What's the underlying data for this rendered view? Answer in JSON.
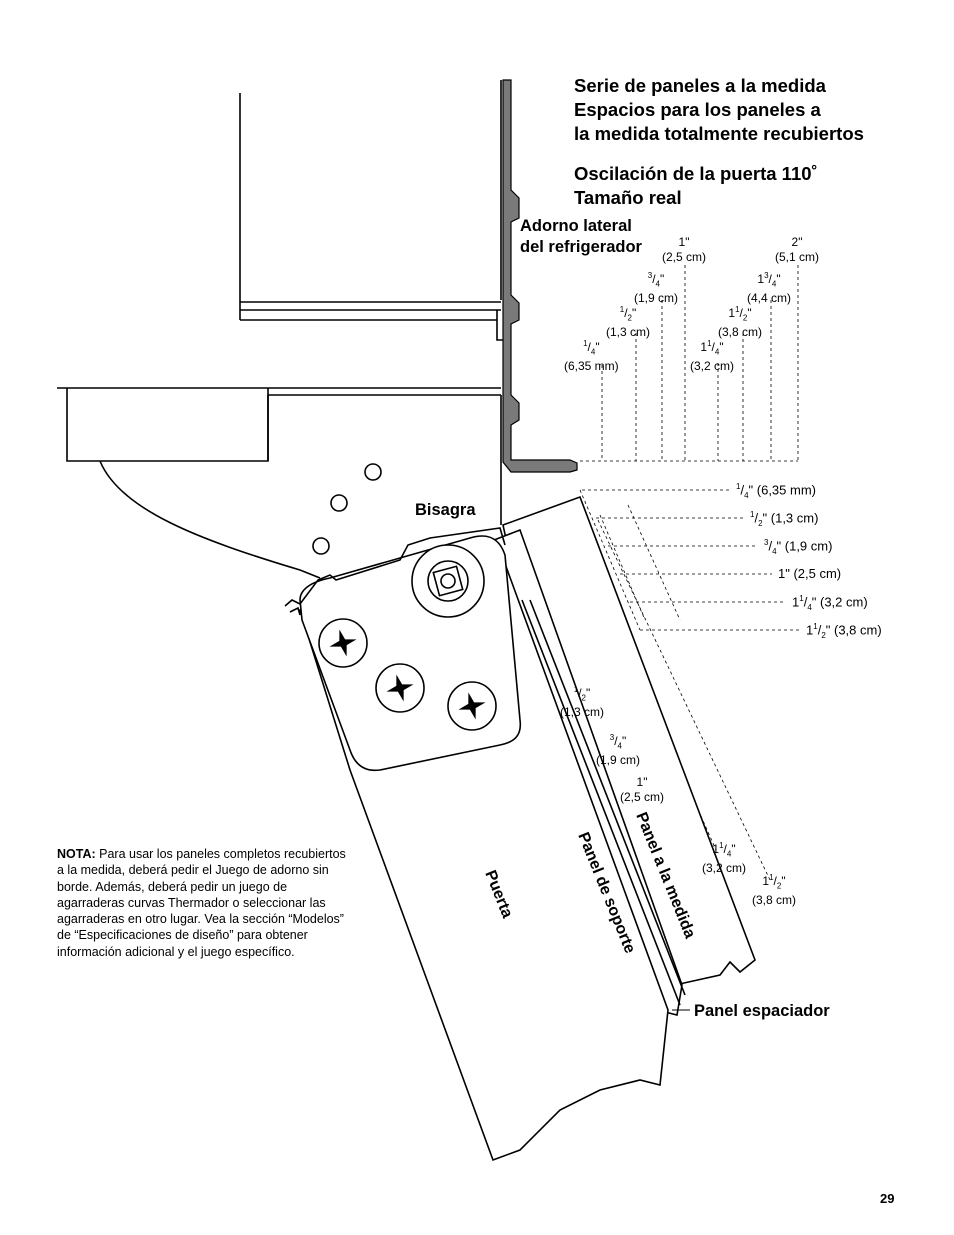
{
  "title": {
    "line1": "Serie de paneles a la medida",
    "line2": "Espacios para los paneles a",
    "line3": "la medida totalmente recubiertos",
    "line4": "Oscilación de la puerta 110˚",
    "line5": "Tamaño real"
  },
  "labels": {
    "trim_line1": "Adorno lateral",
    "trim_line2": "del refrigerador",
    "hinge": "Bisagra",
    "door": "Puerta",
    "support_panel": "Panel de soporte",
    "custom_panel": "Panel a la medida",
    "spacer_panel": "Panel espaciador"
  },
  "top_dims": [
    {
      "frac": "1\"",
      "metric": "(2,5 cm)"
    },
    {
      "frac": "3/4\"",
      "metric": "(1,9 cm)"
    },
    {
      "frac": "1/2\"",
      "metric": "(1,3 cm)"
    },
    {
      "frac": "1/4\"",
      "metric": "(6,35 mm)"
    },
    {
      "frac": "2\"",
      "metric": "(5,1 cm)"
    },
    {
      "frac": "1 3/4\"",
      "metric": "(4,4 cm)"
    },
    {
      "frac": "1 1/2\"",
      "metric": "(3,8 cm)"
    },
    {
      "frac": "1 1/4\"",
      "metric": "(3,2 cm)"
    }
  ],
  "right_dims": [
    "1/4\" (6,35 mm)",
    "1/2\" (1,3 cm)",
    "3/4\" (1,9 cm)",
    "1\" (2,5 cm)",
    "1 1/4\" (3,2 cm)",
    "1 1/2\" (3,8 cm)"
  ],
  "door_dims": [
    {
      "frac": "1/2\"",
      "metric": "(1,3 cm)"
    },
    {
      "frac": "3/4\"",
      "metric": "(1,9 cm)"
    },
    {
      "frac": "1\"",
      "metric": "(2,5 cm)"
    },
    {
      "frac": "1 1/4\"",
      "metric": "(3,2 cm)"
    },
    {
      "frac": "1 1/2\"",
      "metric": "(3,8 cm)"
    }
  ],
  "note": {
    "label": "NOTA:",
    "text": "Para usar los paneles completos recubiertos a la medida, deberá pedir el Juego de adorno sin borde. Además, deberá pedir un juego de agarraderas curvas Thermador o seleccionar las agarraderas en otro lugar. Vea la sección “Modelos” de “Especificaciones de diseño” para obtener información adicional y el juego específico."
  },
  "page_number": "29"
}
